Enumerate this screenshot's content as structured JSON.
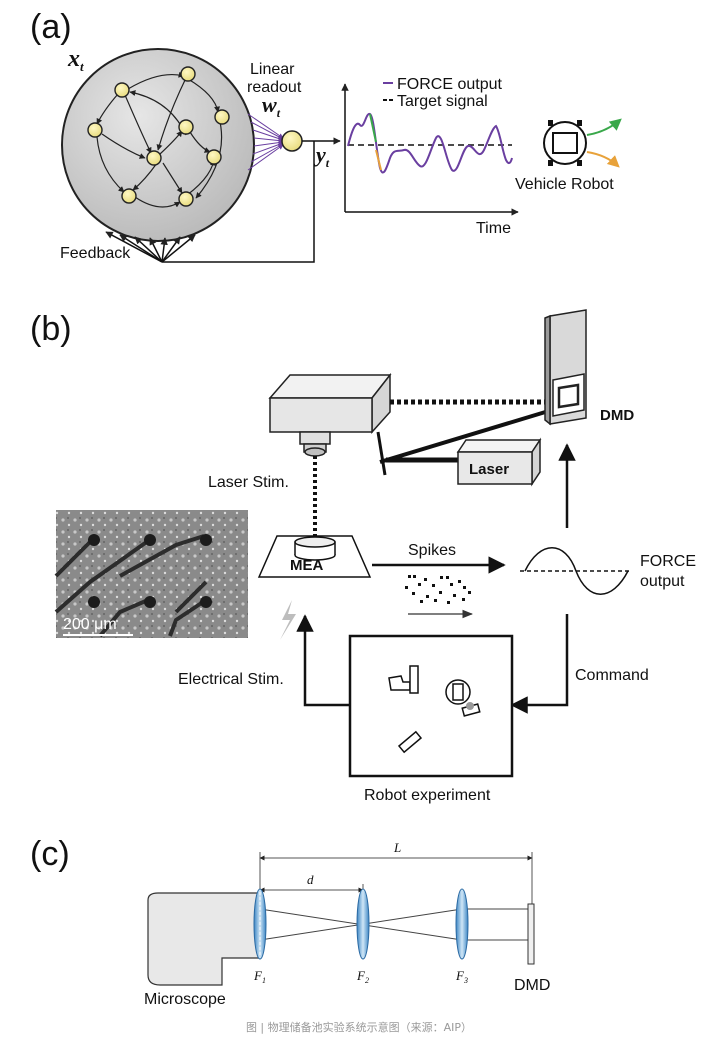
{
  "panel_a": {
    "label": "(a)",
    "reservoir_var": "x",
    "reservoir_sub": "t",
    "readout_label_1": "Linear",
    "readout_label_2": "readout",
    "weight_var": "w",
    "weight_sub": "t",
    "output_var": "y",
    "output_sub": "t",
    "feedback_label": "Feedback",
    "legend": [
      "FORCE output",
      "Target signal"
    ],
    "time_label": "Time",
    "robot_label": "Vehicle Robot",
    "colors": {
      "node_fill": "#f3ec9c",
      "reservoir_fill": "#d2d2d2",
      "force_line": "#6a3fa0",
      "green_arrow": "#39a84a",
      "orange_arrow": "#e8a23a"
    }
  },
  "panel_b": {
    "label": "(b)",
    "dmd_label": "DMD",
    "laser_label": "Laser",
    "laser_stim_label": "Laser Stim.",
    "mea_label": "MEA",
    "scale_bar": "200 μm",
    "spikes_label": "Spikes",
    "force_output_1": "FORCE",
    "force_output_2": "output",
    "command_label": "Command",
    "electrical_stim_label": "Electrical Stim.",
    "robot_experiment_label": "Robot experiment"
  },
  "panel_c": {
    "label": "(c)",
    "length_label": "L",
    "distance_label": "d",
    "microscope_label": "Microscope",
    "f1": "F",
    "f1_sub": "1",
    "f2": "F",
    "f2_sub": "2",
    "f3": "F",
    "f3_sub": "3",
    "dmd_label": "DMD"
  },
  "caption": "图 | 物理储备池实验系统示意图（来源：AIP）"
}
